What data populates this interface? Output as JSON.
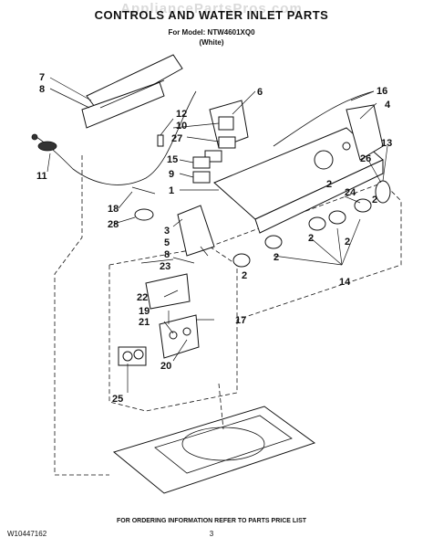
{
  "header": {
    "watermark": "AppliancePartsPros.com",
    "title": "CONTROLS AND WATER INLET PARTS",
    "model_line": "For Model: NTW4601XQ0",
    "color_line": "(White)"
  },
  "callouts": [
    "1",
    "2",
    "3",
    "4",
    "5",
    "6",
    "7",
    "8",
    "9",
    "10",
    "11",
    "12",
    "13",
    "14",
    "15",
    "16",
    "17",
    "18",
    "19",
    "20",
    "21",
    "22",
    "23",
    "24",
    "25",
    "26",
    "27",
    "28"
  ],
  "footer": {
    "info": "FOR ORDERING INFORMATION REFER TO PARTS PRICE LIST",
    "doc_number": "W10447162",
    "page_number": "3"
  }
}
